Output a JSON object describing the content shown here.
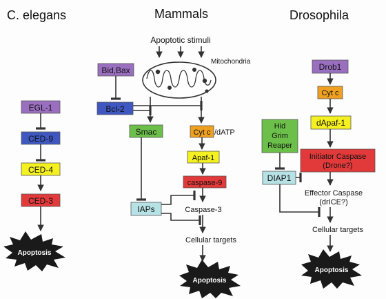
{
  "columns": {
    "celegans": "C. elegans",
    "mammals": "Mammals",
    "drosophila": "Drosophila"
  },
  "celegans": {
    "egl1": "EGL-1",
    "ced9": "CED-9",
    "ced4": "CED-4",
    "ced3": "CED-3",
    "apoptosis": "Apoptosis"
  },
  "mammals": {
    "stimuli": "Apoptotic  stimuli",
    "mitochondria": "Mitochondria",
    "bidbax": "Bid,Bax",
    "bcl2": "Bcl-2",
    "smac": "Smac",
    "cytc": "Cyt c",
    "datp": "/dATP",
    "apaf1": "Apaf-1",
    "caspase9": "caspase-9",
    "iaps": "IAPs",
    "caspase3": "Caspase-3",
    "cellular_targets": "Cellular targets",
    "apoptosis": "Apoptosis"
  },
  "drosophila": {
    "drob1": "Drob1",
    "cytc": "Cyt c",
    "dapaf1": "dApaf-1",
    "hid_line1": "Hid",
    "hid_line2": "Grim",
    "hid_line3": "Reaper",
    "initiator_line1": "Initiator Caspase",
    "initiator_line2": "(Drone?)",
    "diap1": "DIAP1",
    "effector_line1": "Effector Caspase",
    "effector_line2": "(drICE?)",
    "cellular_targets": "Cellular targets",
    "apoptosis": "Apoptosis"
  },
  "colors": {
    "purple": "#9b6fc0",
    "blue": "#3f57c0",
    "yellow": "#f5f020",
    "red": "#e23a3a",
    "green": "#6cc04a",
    "orange": "#f0a020",
    "cyan": "#b6e2e6"
  }
}
